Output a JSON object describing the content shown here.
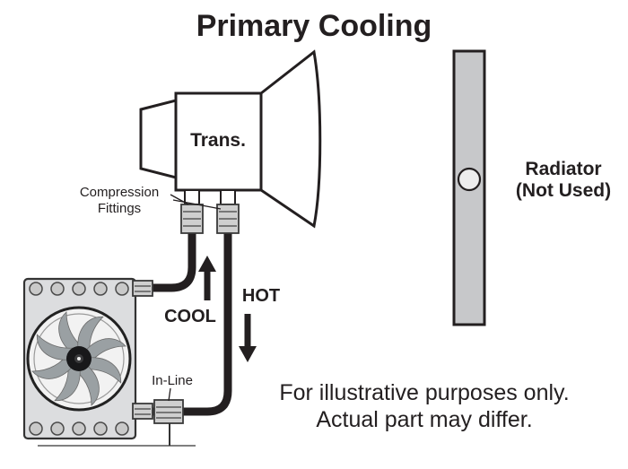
{
  "title": "Primary Cooling",
  "transmission": {
    "label": "Trans."
  },
  "fittings": {
    "compression_label_line1": "Compression",
    "compression_label_line2": "Fittings",
    "inline_label": "In-Line"
  },
  "flow": {
    "cool": "COOL",
    "hot": "HOT"
  },
  "radiator": {
    "label_line1": "Radiator",
    "label_line2": "(Not Used)"
  },
  "disclaimer": {
    "line1": "For illustrative purposes only.",
    "line2": "Actual part may differ."
  },
  "colors": {
    "ink": "#231f20",
    "radiator_fill": "#c7c8ca",
    "cooler_plate": "#dcdddf",
    "fan_blade": "#9aa0a3"
  }
}
